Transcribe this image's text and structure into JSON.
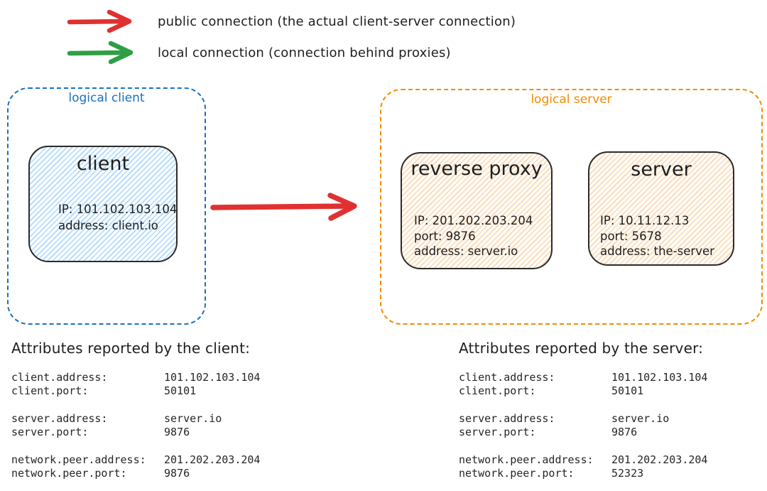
{
  "colors": {
    "public_connection": "#e03131",
    "local_connection": "#2f9e44",
    "logical_client_accent": "#1971c2",
    "logical_server_accent": "#f08c00",
    "ink": "#1e1e1e",
    "canvas_background": "#ffffff"
  },
  "legend": {
    "items": [
      {
        "name": "public-connection",
        "color": "#e03131",
        "label": "public connection (the actual client-server connection)"
      },
      {
        "name": "local-connection",
        "color": "#2f9e44",
        "label": "local connection (connection behind proxies)"
      }
    ]
  },
  "diagram": {
    "connection": {
      "type": "public",
      "color": "#e03131",
      "from": "client",
      "to": "logical server"
    },
    "logical_client": {
      "label": "logical client",
      "nodes": [
        {
          "title": "client",
          "lines": [
            "IP: 101.102.103.104",
            "address: client.io"
          ]
        }
      ]
    },
    "logical_server": {
      "label": "logical server",
      "nodes": [
        {
          "title": "reverse proxy",
          "lines": [
            "IP: 201.202.203.204",
            "port: 9876",
            "address: server.io"
          ]
        },
        {
          "title": "server",
          "lines": [
            "IP: 10.11.12.13",
            "port: 5678",
            "address: the-server"
          ]
        }
      ]
    }
  },
  "attributes": {
    "client": {
      "heading": "Attributes reported by the client:",
      "groups": [
        [
          {
            "key": "client.address:",
            "value": "101.102.103.104"
          },
          {
            "key": "client.port:",
            "value": "50101"
          }
        ],
        [
          {
            "key": "server.address:",
            "value": "server.io"
          },
          {
            "key": "server.port:",
            "value": "9876"
          }
        ],
        [
          {
            "key": "network.peer.address:",
            "value": "201.202.203.204"
          },
          {
            "key": "network.peer.port:",
            "value": "9876"
          }
        ]
      ]
    },
    "server": {
      "heading": "Attributes reported by the server:",
      "groups": [
        [
          {
            "key": "client.address:",
            "value": "101.102.103.104"
          },
          {
            "key": "client.port:",
            "value": "50101"
          }
        ],
        [
          {
            "key": "server.address:",
            "value": "server.io"
          },
          {
            "key": "server.port:",
            "value": "9876"
          }
        ],
        [
          {
            "key": "network.peer.address:",
            "value": "201.202.203.204"
          },
          {
            "key": "network.peer.port:",
            "value": "52323"
          }
        ]
      ]
    }
  }
}
